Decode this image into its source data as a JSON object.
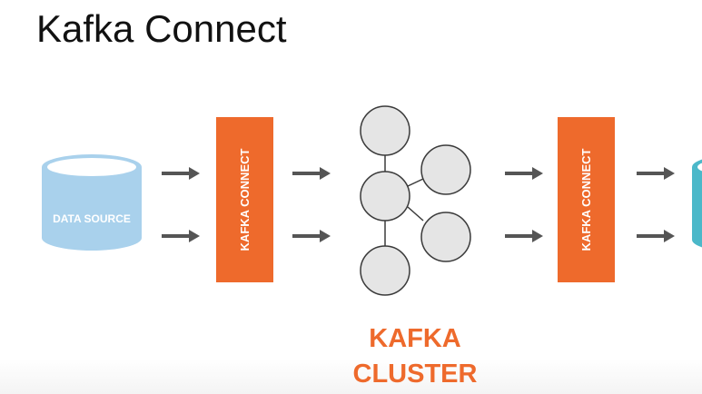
{
  "title": "Kafka Connect",
  "source": {
    "label": "DATA SOURCE"
  },
  "connect_left": {
    "label": "KAFKA CONNECT"
  },
  "connect_right": {
    "label": "KAFKA CONNECT"
  },
  "cluster": {
    "label_line1": "KAFKA",
    "label_line2": "CLUSTER"
  },
  "colors": {
    "connector": "#ee6a2c",
    "source_fill": "#a9d1ec",
    "source_top": "#d6eaf7",
    "sink_fill": "#4bb8c9",
    "node_fill": "#e5e5e5",
    "node_stroke": "#3a3a3a",
    "arrow": "#555555",
    "cluster_text": "#ee6a2c"
  }
}
